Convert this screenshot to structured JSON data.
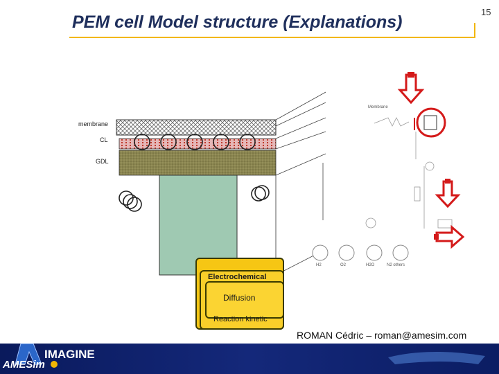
{
  "slide": {
    "title": "PEM cell Model structure (Explanations)",
    "page_number": "15",
    "author": "ROMAN Cédric – roman@amesim.com"
  },
  "layers": {
    "membrane": "membrane",
    "cl": "CL",
    "gdl": "GDL"
  },
  "scroll": {
    "line1": "Electrochemical",
    "line2": "Diffusion",
    "line3": "Reaction kinetic"
  },
  "schematic": {
    "membrane_label": "Membrane",
    "species": [
      "H2",
      "O2",
      "H2O",
      "N2 others"
    ]
  },
  "footer": {
    "logo_left": "AMESim",
    "logo_mid": "IMAGINE"
  },
  "colors": {
    "accent": "#f2b705",
    "title": "#1f2f5c",
    "footer": "#14287a",
    "arrow_red": "#d41a1a",
    "gdl": "#8a8550",
    "channel": "#9fc9b2"
  }
}
